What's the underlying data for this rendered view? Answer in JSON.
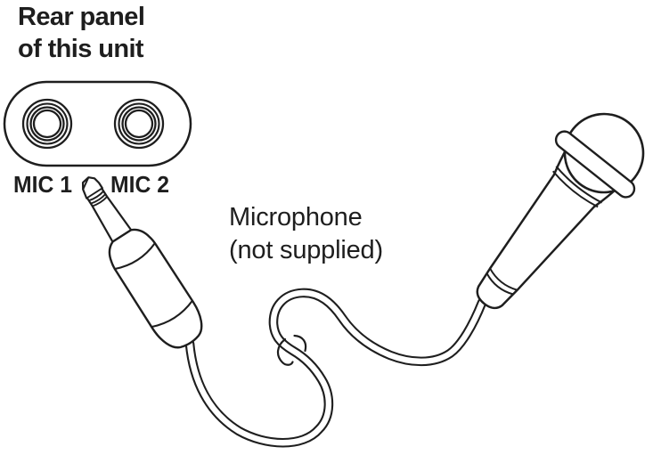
{
  "title": {
    "line1": "Rear panel",
    "line2": "of this unit"
  },
  "panel": {
    "jack1_label": "MIC 1",
    "jack2_label": "MIC 2"
  },
  "mic_caption": {
    "line1": "Microphone",
    "line2": "(not supplied)"
  },
  "colors": {
    "line": "#1e1e1e",
    "background": "#ffffff"
  }
}
